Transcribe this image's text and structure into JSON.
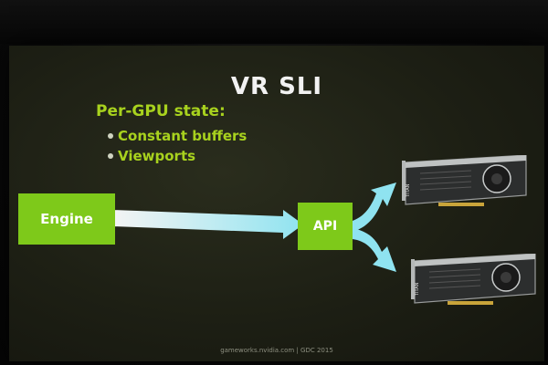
{
  "slide": {
    "title": "VR SLI",
    "heading": "Per-GPU state:",
    "bullets": [
      {
        "label": "Constant buffers"
      },
      {
        "label": "Viewports"
      }
    ],
    "diagram": {
      "engine_label": "Engine",
      "api_label": "API",
      "gpu_brand_label": "TITAN"
    },
    "footer": "gameworks.nvidia.com | GDC 2015"
  },
  "colors": {
    "accent_green": "#7ec91a",
    "text_green": "#a8d21e",
    "arrow_cyan": "#8fe3f0",
    "slide_bg": "#1d1f14"
  },
  "icons": {
    "bullet": "bullet-dot-icon",
    "gpu": "graphics-card-icon"
  }
}
